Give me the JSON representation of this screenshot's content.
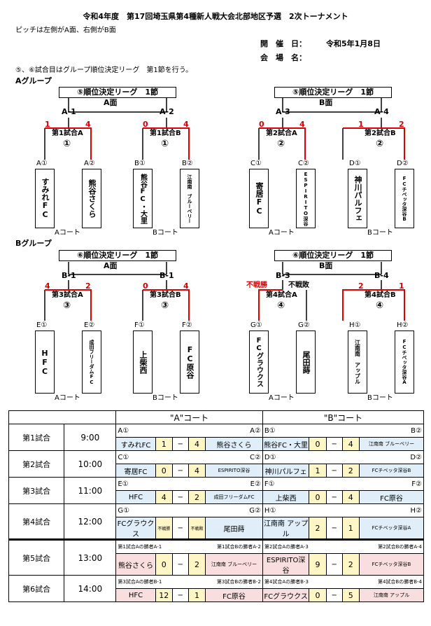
{
  "header": {
    "title": "令和4年度　第17回埼玉県第4種新人戦大会北部地区予選　2次トーナメント",
    "pitch_note": "ピッチは左側がA面、右側がB面",
    "date_label": "開　催　日：",
    "date_value": "令和5年1月8日",
    "venue_label": "会　場　名：",
    "league_note": "⑤、⑥試合目はグループ順位決定リーグ　第1節を行う。"
  },
  "groups": {
    "A": {
      "label": "Aグループ",
      "league_title": "⑤順位決定リーグ　1節",
      "left_field": "A面",
      "right_field": "B面",
      "slots": [
        "A-1",
        "A-2",
        "A-3",
        "A-4"
      ],
      "matches": [
        {
          "name": "第1試合A",
          "num": "①",
          "score_left": "1",
          "score_right": "4",
          "seed_left": "A①",
          "seed_right": "A②",
          "team_left": "すみれFC",
          "team_right": "熊谷さくら",
          "court": "Aコート"
        },
        {
          "name": "第1試合B",
          "num": "①",
          "score_left": "0",
          "score_right": "4",
          "seed_left": "B①",
          "seed_right": "B②",
          "team_left": "熊谷FC・大里",
          "team_right": "江南南　ブルーベリー",
          "court": "Bコート"
        },
        {
          "name": "第2試合A",
          "num": "②",
          "score_left": "0",
          "score_right": "4",
          "seed_left": "C①",
          "seed_right": "C②",
          "team_left": "寄居FC",
          "team_right": "ESPIRITO深谷",
          "court": "Aコート"
        },
        {
          "name": "第2試合B",
          "num": "②",
          "score_left": "1",
          "score_right": "2",
          "seed_left": "D①",
          "seed_right": "D②",
          "team_left": "神川パルフェ",
          "team_right": "FCチベッタ深谷B",
          "court": "Bコート"
        }
      ]
    },
    "B": {
      "label": "Bグループ",
      "league_title": "⑥順位決定リーグ　1節",
      "left_field": "A面",
      "right_field": "B面",
      "slots": [
        "B-1",
        "B-1",
        "B-3",
        "B-4"
      ],
      "matches": [
        {
          "name": "第3試合A",
          "num": "③",
          "score_left": "4",
          "score_right": "2",
          "seed_left": "E①",
          "seed_right": "E②",
          "team_left": "HFC",
          "team_right": "成田フリーダムFC",
          "court": "Aコート"
        },
        {
          "name": "第3試合B",
          "num": "③",
          "score_left": "0",
          "score_right": "4",
          "seed_left": "F①",
          "seed_right": "F②",
          "team_left": "上柴西",
          "team_right": "FC原谷",
          "court": "Bコート"
        },
        {
          "name": "第4試合A",
          "num": "④",
          "score_left": "不戦勝",
          "score_right": "不戦敗",
          "seed_left": "G①",
          "seed_right": "G②",
          "team_left": "FCグラウクス",
          "team_right": "尾田蒔",
          "court": "Aコート"
        },
        {
          "name": "第4試合B",
          "num": "④",
          "score_left": "2",
          "score_right": "1",
          "seed_left": "H①",
          "seed_right": "H②",
          "team_left": "江南南　アップル",
          "team_right": "FCチベッタ深谷A",
          "court": "Bコート"
        }
      ]
    }
  },
  "schedule": {
    "court_a": "\"A\"コート",
    "court_b": "\"B\"コート",
    "dash": "−",
    "rows": [
      {
        "label": "第1試合",
        "time": "9:00",
        "a_left_seed": "A①",
        "a_right_seed": "A②",
        "b_left_seed": "B①",
        "b_right_seed": "B②",
        "a_left": "すみれFC",
        "a_sl": "1",
        "a_sr": "4",
        "a_right": "熊谷さくら",
        "b_left": "熊谷FC・大里",
        "b_sl": "0",
        "b_sr": "4",
        "b_right": "江南南 ブルーベリー"
      },
      {
        "label": "第2試合",
        "time": "10:00",
        "a_left_seed": "C①",
        "a_right_seed": "C②",
        "b_left_seed": "D①",
        "b_right_seed": "D②",
        "a_left": "寄居FC",
        "a_sl": "0",
        "a_sr": "4",
        "a_right": "ESPIRITO深谷",
        "b_left": "神川パルフェ",
        "b_sl": "1",
        "b_sr": "2",
        "b_right": "FCチベッタ深谷B"
      },
      {
        "label": "第3試合",
        "time": "11:00",
        "a_left_seed": "E①",
        "a_right_seed": "E②",
        "b_left_seed": "F①",
        "b_right_seed": "F②",
        "a_left": "HFC",
        "a_sl": "4",
        "a_sr": "2",
        "a_right": "成田フリーダムFC",
        "b_left": "上柴西",
        "b_sl": "0",
        "b_sr": "4",
        "b_right": "FC原谷"
      },
      {
        "label": "第4試合",
        "time": "12:00",
        "a_left_seed": "G①",
        "a_right_seed": "G②",
        "b_left_seed": "H①",
        "b_right_seed": "H②",
        "a_left": "FCグラウクス",
        "a_sl": "不戦勝",
        "a_sr": "不戦敗",
        "a_right": "尾田蒔",
        "b_left": "江南南 アップル",
        "b_sl": "2",
        "b_sr": "1",
        "b_right": "FCチベッタ深谷A"
      },
      {
        "label": "第5試合",
        "time": "13:00",
        "a_left_seed": "第1試合Aの勝者A-1",
        "a_right_seed": "第1試合Bの勝者A-2",
        "b_left_seed": "第2試合Aの勝者A-3",
        "b_right_seed": "第2試合Bの勝者A-4",
        "a_left": "熊谷さくら",
        "a_sl": "0",
        "a_sr": "2",
        "a_right": "江南南 ブルーベリー",
        "b_left": "ESPIRITO深谷",
        "b_sl": "9",
        "b_sr": "2",
        "b_right": "FCチベッタ深谷B"
      },
      {
        "label": "第6試合",
        "time": "14:00",
        "a_left_seed": "第3試合Aの勝者B-1",
        "a_right_seed": "第3試合Bの勝者B-2",
        "b_left_seed": "第4試合Aの勝者B-3",
        "b_right_seed": "第4試合Bの勝者B-4",
        "a_left": "HFC",
        "a_sl": "12",
        "a_sr": "1",
        "a_right": "FC原谷",
        "b_left": "FCグラウクス",
        "b_sl": "0",
        "b_sr": "5",
        "b_right": "江南南 アップル"
      }
    ]
  },
  "colors": {
    "winner_line": "#e00000",
    "name_bg": "#dfeef8",
    "score_bg": "#fff6c6",
    "final_bg": "#f8dede"
  }
}
